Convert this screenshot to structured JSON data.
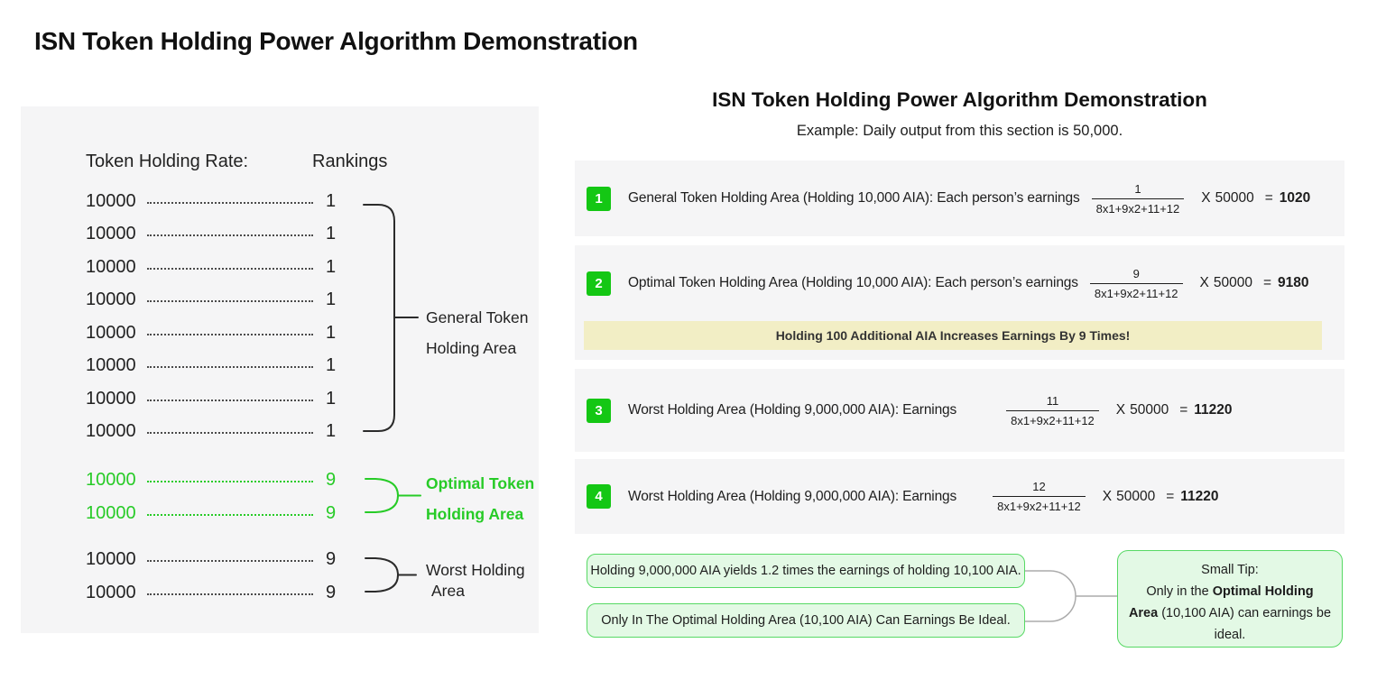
{
  "page_title": "ISN Token Holding Power Algorithm Demonstration",
  "colors": {
    "accent_green": "#27cb27",
    "badge_green": "#14c714",
    "note_fill_green": "#e3f9e5",
    "note_border_green": "#57d964",
    "highlight_yellow": "#f2eec5",
    "panel_gray": "#f5f5f6"
  },
  "left_panel": {
    "col1_header": "Token Holding Rate:",
    "col2_header": "Rankings",
    "general_rows": [
      {
        "rate": "10000",
        "rank": "1"
      },
      {
        "rate": "10000",
        "rank": "1"
      },
      {
        "rate": "10000",
        "rank": "1"
      },
      {
        "rate": "10000",
        "rank": "1"
      },
      {
        "rate": "10000",
        "rank": "1"
      },
      {
        "rate": "10000",
        "rank": "1"
      },
      {
        "rate": "10000",
        "rank": "1"
      },
      {
        "rate": "10000",
        "rank": "1"
      }
    ],
    "optimal_rows": [
      {
        "rate": "10000",
        "rank": "9"
      },
      {
        "rate": "10000",
        "rank": "9"
      }
    ],
    "worst_rows": [
      {
        "rate": "10000",
        "rank": "9"
      },
      {
        "rate": "10000",
        "rank": "9"
      }
    ],
    "general_label": {
      "line1": "General Token",
      "line2": "Holding Area"
    },
    "optimal_label": {
      "line1": "Optimal Token",
      "line2": "Holding Area"
    },
    "worst_label": {
      "line1": "Worst Holding",
      "line2": "Area"
    }
  },
  "right_panel": {
    "title": "ISN Token Holding Power Algorithm Demonstration",
    "subtitle": "Example: Daily output from this section is 50,000.",
    "sections": [
      {
        "badge": "1",
        "label": "General Token Holding Area (Holding 10,000 AIA): Each person’s earnings",
        "numerator": "1",
        "denominator": "8x1+9x2+11+12",
        "times": "X",
        "base": "50000",
        "equals": "=",
        "result": "1020"
      },
      {
        "badge": "2",
        "label": "Optimal Token Holding Area (Holding 10,000 AIA): Each person’s earnings",
        "numerator": "9",
        "denominator": "8x1+9x2+11+12",
        "times": "X",
        "base": "50000",
        "equals": "=",
        "result": "9180",
        "highlight": "Holding 100 Additional AIA Increases Earnings By 9 Times!"
      },
      {
        "badge": "3",
        "label": "Worst Holding Area (Holding 9,000,000 AIA): Earnings",
        "numerator": "11",
        "denominator": "8x1+9x2+11+12",
        "times": "X",
        "base": "50000",
        "equals": "=",
        "result": "11220"
      },
      {
        "badge": "4",
        "label": "Worst Holding Area (Holding 9,000,000 AIA): Earnings",
        "numerator": "12",
        "denominator": "8x1+9x2+11+12",
        "times": "X",
        "base": "50000",
        "equals": "=",
        "result": "11220"
      }
    ],
    "note1": "Holding 9,000,000 AIA yields 1.2 times the earnings of holding 10,100 AIA.",
    "note2": "Only In The Optimal Holding Area (10,100 AIA) Can Earnings Be Ideal.",
    "tip": {
      "line1": "Small Tip:",
      "line2_prefix": "Only in the ",
      "line2_bold": "Optimal Holding",
      "line3_bold": "Area",
      "line3_suffix": " (10,100 AIA) can earnings be ideal."
    }
  }
}
